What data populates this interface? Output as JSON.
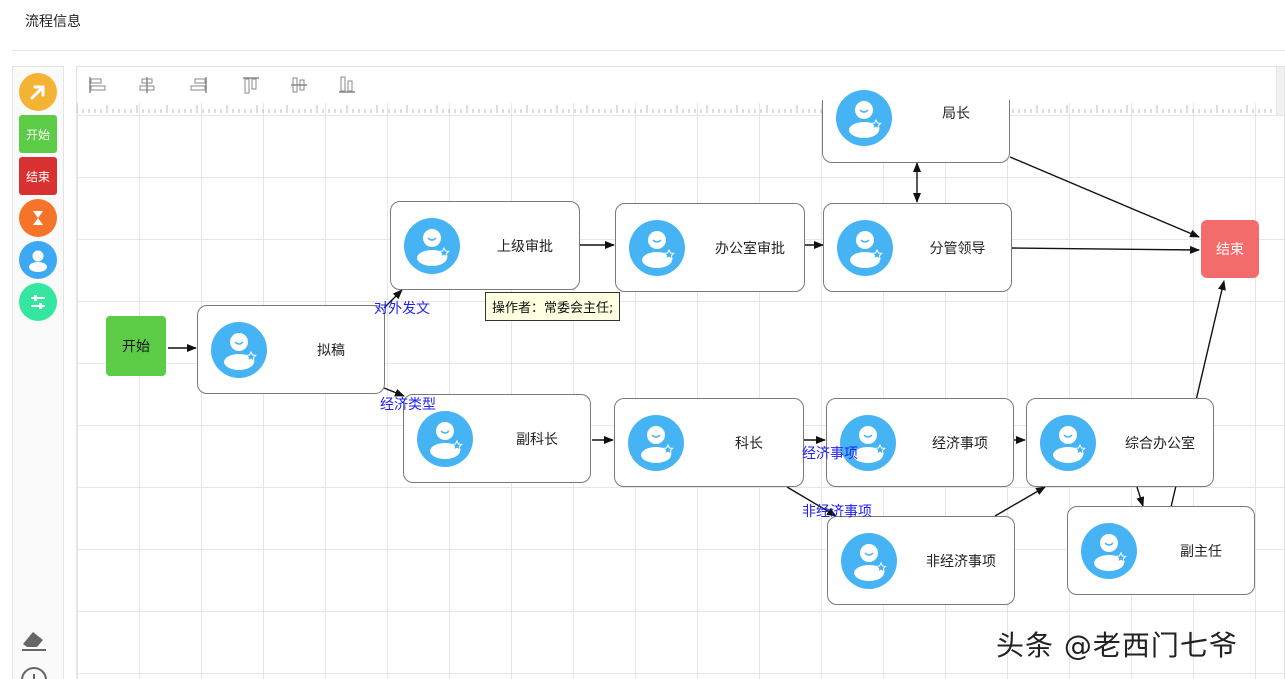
{
  "page": {
    "title": "流程信息"
  },
  "palette": {
    "items": [
      {
        "name": "select-arrow-icon",
        "color": "#f5b335"
      },
      {
        "name": "start",
        "label": "开始",
        "color": "#5ccb46"
      },
      {
        "name": "end",
        "label": "结束",
        "color": "#d93131"
      },
      {
        "name": "timer-icon",
        "color": "#f5742a"
      },
      {
        "name": "user-task-icon",
        "color": "#3da9f5"
      },
      {
        "name": "settings-slider-icon",
        "color": "#34e6a0"
      }
    ],
    "bottom_tools": [
      "eraser-icon",
      "zoom-icon"
    ]
  },
  "toolbar": {
    "buttons": [
      "align-left-icon",
      "align-center-icon",
      "align-right-icon",
      "align-top-icon",
      "align-middle-icon",
      "align-bottom-icon"
    ]
  },
  "flow": {
    "start_label": "开始",
    "end_label": "结束",
    "nodes": {
      "draft": "拟稿",
      "superior_approval": "上级审批",
      "office_approval": "办公室审批",
      "leader_in_charge": "分管领导",
      "director": "局长",
      "deputy_section_chief": "副科长",
      "section_chief": "科长",
      "economic_matters": "经济事项",
      "general_office": "综合办公室",
      "non_economic_matters": "非经济事项",
      "deputy_director": "副主任"
    },
    "edge_labels": {
      "external_doc": "对外发文",
      "economic_type": "经济类型",
      "economic_matters": "经济事项",
      "non_economic_matters": "非经济事项"
    },
    "tooltip": "操作者：常委会主任;"
  },
  "colors": {
    "avatar": "#46b3f5",
    "edge": "#111111",
    "edge_label": "#2222ee"
  },
  "watermark": "头条 @老西门七爷"
}
